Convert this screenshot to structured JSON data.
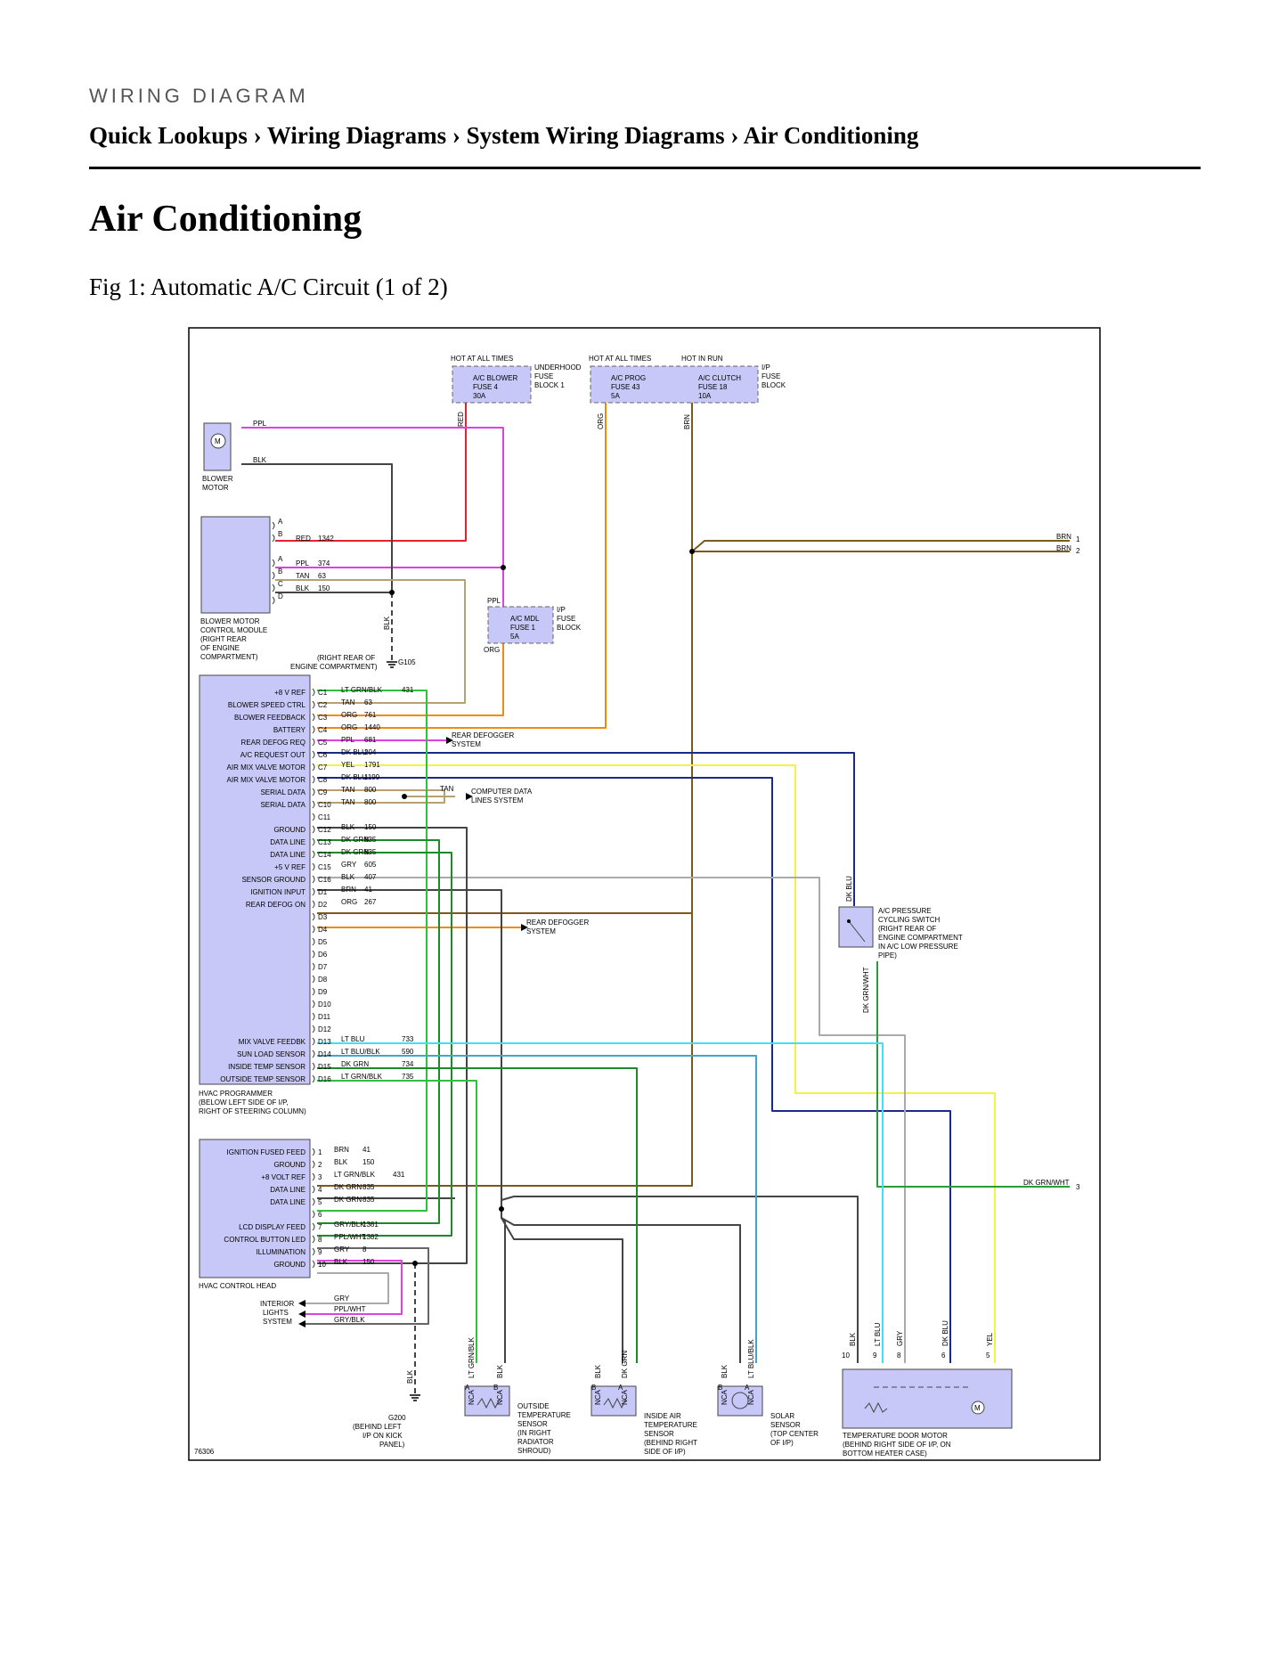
{
  "header": {
    "kicker": "WIRING DIAGRAM",
    "breadcrumb": [
      "Quick Lookups",
      "Wiring Diagrams",
      "System Wiring Diagrams",
      "Air Conditioning"
    ],
    "separator": "›"
  },
  "page_title": "Air Conditioning",
  "figure_caption": "Fig 1: Automatic A/C Circuit (1 of 2)",
  "diagram": {
    "figure_number": "76306",
    "fuse_headers": [
      "HOT AT ALL TIMES",
      "HOT AT ALL TIMES",
      "HOT IN RUN"
    ],
    "fuses": [
      {
        "id": "fuse-ac-blower",
        "lines": [
          "A/C BLOWER",
          "FUSE 4",
          "30A"
        ]
      },
      {
        "id": "fuse-ac-prog",
        "lines": [
          "A/C PROG",
          "FUSE 43",
          "5A"
        ]
      },
      {
        "id": "fuse-ac-clutch",
        "lines": [
          "A/C CLUTCH",
          "FUSE 18",
          "10A"
        ]
      },
      {
        "id": "fuse-ac-mdl",
        "lines": [
          "A/C MDL",
          "FUSE 1",
          "5A"
        ]
      }
    ],
    "underhood_block": [
      "UNDERHOOD",
      "FUSE",
      "BLOCK 1"
    ],
    "ip_block": [
      "I/P",
      "FUSE",
      "BLOCK"
    ],
    "ip_block_2": [
      "I/P",
      "FUSE",
      "BLOCK"
    ],
    "blower_motor": [
      "BLOWER",
      "MOTOR"
    ],
    "blower_module": [
      "BLOWER MOTOR",
      "CONTROL MODULE",
      "(RIGHT REAR",
      "OF ENGINE",
      "COMPARTMENT)"
    ],
    "g105": [
      "(RIGHT REAR OF",
      "ENGINE COMPARTMENT)",
      "G105"
    ],
    "programmer": {
      "name": [
        "HVAC PROGRAMMER",
        "(BELOW LEFT SIDE OF I/P,",
        "RIGHT OF STEERING COLUMN)"
      ],
      "pins": [
        {
          "label": "+8 V REF",
          "pin": "C1",
          "color": "LT GRN/BLK",
          "circuit": "431"
        },
        {
          "label": "BLOWER SPEED CTRL",
          "pin": "C2",
          "color": "TAN",
          "circuit": "63"
        },
        {
          "label": "BLOWER FEEDBACK",
          "pin": "C3",
          "color": "ORG",
          "circuit": "761"
        },
        {
          "label": "BATTERY",
          "pin": "C4",
          "color": "ORG",
          "circuit": "1440"
        },
        {
          "label": "REAR DEFOG REQ",
          "pin": "C5",
          "color": "PPL",
          "circuit": "681"
        },
        {
          "label": "A/C REQUEST OUT",
          "pin": "C6",
          "color": "DK BLU",
          "circuit": "204"
        },
        {
          "label": "AIR MIX VALVE MOTOR",
          "pin": "C7",
          "color": "YEL",
          "circuit": "1791"
        },
        {
          "label": "AIR MIX VALVE MOTOR",
          "pin": "C8",
          "color": "DK BLU",
          "circuit": "1199"
        },
        {
          "label": "SERIAL DATA",
          "pin": "C9",
          "color": "TAN",
          "circuit": "800"
        },
        {
          "label": "SERIAL DATA",
          "pin": "C10",
          "color": "TAN",
          "circuit": "800"
        },
        {
          "label": "",
          "pin": "C11",
          "color": "",
          "circuit": ""
        },
        {
          "label": "GROUND",
          "pin": "C12",
          "color": "BLK",
          "circuit": "150"
        },
        {
          "label": "DATA LINE",
          "pin": "C13",
          "color": "DK GRN",
          "circuit": "835"
        },
        {
          "label": "DATA LINE",
          "pin": "C14",
          "color": "DK GRN",
          "circuit": "835"
        },
        {
          "label": "+5 V REF",
          "pin": "C15",
          "color": "GRY",
          "circuit": "605"
        },
        {
          "label": "SENSOR GROUND",
          "pin": "C16",
          "color": "BLK",
          "circuit": "407"
        },
        {
          "label": "IGNITION INPUT",
          "pin": "D1",
          "color": "BRN",
          "circuit": "41"
        },
        {
          "label": "REAR DEFOG ON",
          "pin": "D2",
          "color": "ORG",
          "circuit": "267"
        },
        {
          "label": "",
          "pin": "D3",
          "color": "",
          "circuit": ""
        },
        {
          "label": "",
          "pin": "D4",
          "color": "",
          "circuit": ""
        },
        {
          "label": "",
          "pin": "D5",
          "color": "",
          "circuit": ""
        },
        {
          "label": "",
          "pin": "D6",
          "color": "",
          "circuit": ""
        },
        {
          "label": "",
          "pin": "D7",
          "color": "",
          "circuit": ""
        },
        {
          "label": "",
          "pin": "D8",
          "color": "",
          "circuit": ""
        },
        {
          "label": "",
          "pin": "D9",
          "color": "",
          "circuit": ""
        },
        {
          "label": "",
          "pin": "D10",
          "color": "",
          "circuit": ""
        },
        {
          "label": "",
          "pin": "D11",
          "color": "",
          "circuit": ""
        },
        {
          "label": "",
          "pin": "D12",
          "color": "",
          "circuit": ""
        },
        {
          "label": "MIX VALVE FEEDBK",
          "pin": "D13",
          "color": "LT BLU",
          "circuit": "733"
        },
        {
          "label": "SUN LOAD SENSOR",
          "pin": "D14",
          "color": "LT BLU/BLK",
          "circuit": "590"
        },
        {
          "label": "INSIDE TEMP SENSOR",
          "pin": "D15",
          "color": "DK GRN",
          "circuit": "734"
        },
        {
          "label": "OUTSIDE TEMP SENSOR",
          "pin": "D16",
          "color": "LT GRN/BLK",
          "circuit": "735"
        }
      ]
    },
    "control_head": {
      "name": "HVAC CONTROL HEAD",
      "pins": [
        {
          "label": "IGNITION FUSED FEED",
          "pin": "1",
          "color": "BRN",
          "circuit": "41"
        },
        {
          "label": "GROUND",
          "pin": "2",
          "color": "BLK",
          "circuit": "150"
        },
        {
          "label": "+8 VOLT REF",
          "pin": "3",
          "color": "LT GRN/BLK",
          "circuit": "431"
        },
        {
          "label": "DATA LINE",
          "pin": "4",
          "color": "DK GRN",
          "circuit": "835"
        },
        {
          "label": "DATA LINE",
          "pin": "5",
          "color": "DK GRN",
          "circuit": "835"
        },
        {
          "label": "",
          "pin": "6",
          "color": "",
          "circuit": ""
        },
        {
          "label": "LCD DISPLAY FEED",
          "pin": "7",
          "color": "GRY/BLK",
          "circuit": "1381"
        },
        {
          "label": "CONTROL BUTTON LED",
          "pin": "8",
          "color": "PPL/WHT",
          "circuit": "1382"
        },
        {
          "label": "ILLUMINATION",
          "pin": "9",
          "color": "GRY",
          "circuit": "8"
        },
        {
          "label": "GROUND",
          "pin": "10",
          "color": "BLK",
          "circuit": "150"
        }
      ]
    },
    "module_pins": [
      {
        "pin": "A",
        "color": "",
        "circuit": ""
      },
      {
        "pin": "B",
        "color": "RED",
        "circuit": "1342"
      },
      {
        "pin": "A",
        "color": "PPL",
        "circuit": "374"
      },
      {
        "pin": "B",
        "color": "TAN",
        "circuit": "63"
      },
      {
        "pin": "C",
        "color": "BLK",
        "circuit": "150"
      },
      {
        "pin": "D",
        "color": "",
        "circuit": ""
      }
    ],
    "destinations": {
      "rear_defogger": [
        "REAR DEFOGGER",
        "SYSTEM"
      ],
      "rear_defogger_2": [
        "REAR DEFOGGER",
        "SYSTEM"
      ],
      "computer_data": [
        "COMPUTER DATA",
        "LINES SYSTEM"
      ],
      "interior_lights": [
        "INTERIOR",
        "LIGHTS",
        "SYSTEM"
      ]
    },
    "pressure_switch": [
      "A/C PRESSURE",
      "CYCLING SWITCH",
      "(RIGHT REAR OF",
      "ENGINE COMPARTMENT",
      "IN A/C LOW PRESSURE",
      "PIPE)"
    ],
    "g200": [
      "G200",
      "(BEHIND LEFT",
      "I/P ON KICK",
      "PANEL)"
    ],
    "outside_sensor": [
      "OUTSIDE",
      "TEMPERATURE",
      "SENSOR",
      "(IN RIGHT",
      "RADIATOR",
      "SHROUD)"
    ],
    "inside_sensor": [
      "INSIDE AIR",
      "TEMPERATURE",
      "SENSOR",
      "(BEHIND RIGHT",
      "SIDE OF I/P)"
    ],
    "solar_sensor": [
      "SOLAR",
      "SENSOR",
      "(TOP CENTER",
      "OF I/P)"
    ],
    "door_motor": [
      "TEMPERATURE DOOR MOTOR",
      "(BEHIND RIGHT SIDE OF I/P, ON",
      "BOTTOM HEATER CASE)"
    ],
    "door_motor_pins": [
      "10",
      "9",
      "8",
      "6",
      "5"
    ],
    "door_motor_wires": [
      "BLK",
      "LT BLU",
      "GRY",
      "DK BLU",
      "YEL"
    ],
    "offpage": [
      {
        "color": "BRN",
        "ref": "1"
      },
      {
        "color": "BRN",
        "ref": "2"
      },
      {
        "color": "DK GRN/WHT",
        "ref": "3"
      }
    ],
    "wire_tags": {
      "red": "RED",
      "org": "ORG",
      "brn": "BRN",
      "ppl_motor": "PPL",
      "blk_motor": "BLK",
      "blk_g105": "BLK",
      "ppl_fuse": "PPL",
      "org_fuse": "ORG",
      "tan_data": "TAN",
      "dk_blu_switch": "DK BLU",
      "dk_grn_wht": "DK GRN/WHT",
      "gry": "GRY",
      "ppl_wht": "PPL/WHT",
      "gry_blk": "GRY/BLK",
      "blk_g200": "BLK",
      "lt_grn_blk": "LT GRN/BLK",
      "blk_out": "BLK",
      "blk_in": "BLK",
      "dk_grn": "DK GRN",
      "blk_solar": "BLK",
      "lt_blu_blk": "LT BLU/BLK",
      "nca": "NCA",
      "pin_a": "A",
      "pin_b": "B",
      "motor_m": "M"
    },
    "colors": {
      "box_fill": "#c8c8f8",
      "red": "#e8202a",
      "ppl": "#e040e0",
      "org": "#f08a10",
      "brn": "#7a5a1a",
      "tan": "#b8a070",
      "blk": "#444444",
      "dk_blu": "#1a2a8a",
      "yel": "#f2f240",
      "lt_grn_blk": "#30c040",
      "dk_grn": "#1a8a2a",
      "gry": "#aaaaaa",
      "lt_blu": "#40e0ee",
      "lt_blu_blk": "#3aaac8",
      "dk_grn_wht": "#2a9a3a"
    }
  }
}
